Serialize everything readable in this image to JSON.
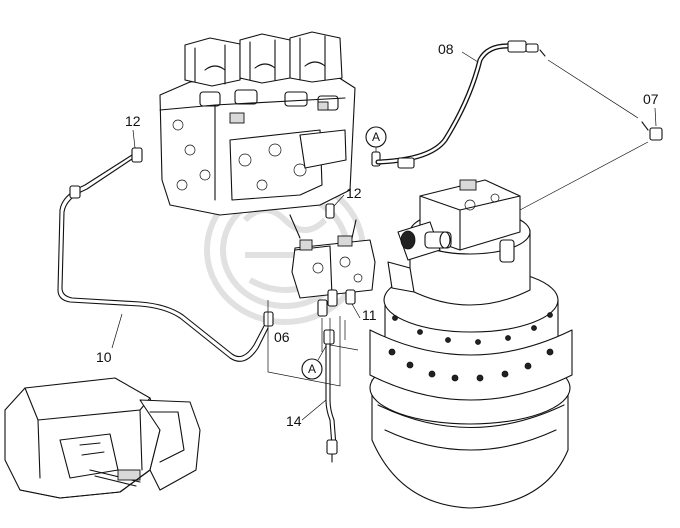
{
  "callouts": {
    "part_06": "06",
    "part_07": "07",
    "part_08": "08",
    "part_10": "10",
    "part_11": "11",
    "part_12_left": "12",
    "part_12_right": "12",
    "part_14": "14"
  },
  "reference_marks": {
    "a_top": "A",
    "a_bottom": "A"
  }
}
